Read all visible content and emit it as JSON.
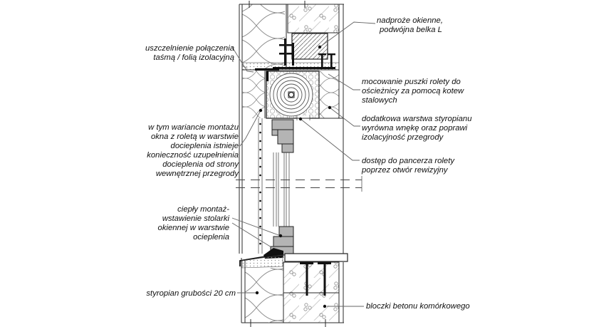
{
  "meta": {
    "title": "Detal montażu okna z roletą w warstwie docieplenia — przekrój pionowy",
    "language": "pl",
    "drawing_type": "architectural-section-detail"
  },
  "labels": {
    "left": [
      {
        "id": "seal",
        "lines": [
          "uszczelnienie połączenia",
          "taśmą / folią izolacyjną"
        ]
      },
      {
        "id": "variant",
        "lines": [
          "w tym wariancie montażu",
          "okna z roletą w warstwie",
          "docieplenia istnieje",
          "konieczność uzupełnienia",
          "docieplenia od strony",
          "wewnętrznej przegrody"
        ]
      },
      {
        "id": "warm_install",
        "lines": [
          "ciepły montaż-",
          "wstawienie stolarki",
          "okiennej w warstwie",
          "ocieplenia"
        ]
      },
      {
        "id": "styrofoam",
        "lines": [
          "styropian grubości 20 cm"
        ]
      }
    ],
    "right": [
      {
        "id": "lintel",
        "lines": [
          "nadproże okienne,",
          "podwójna belka L"
        ]
      },
      {
        "id": "box_fixing",
        "lines": [
          "mocowanie puszki rolety do",
          "ościeżnicy za pomocą kotew",
          "stalowych"
        ]
      },
      {
        "id": "extra_styrofoam",
        "lines": [
          "dodatkowa warstwa styropianu",
          "wyrówna wnękę oraz poprawi",
          "izolacyjność przegrody"
        ]
      },
      {
        "id": "access",
        "lines": [
          "dostęp do pancerza rolety",
          "poprzez otwór rewizyjny"
        ]
      },
      {
        "id": "blocks",
        "lines": [
          "bloczki betonu komórkowego"
        ]
      }
    ]
  },
  "drawing": {
    "materials": {
      "exterior_insulation": "batt-insulation-hatch",
      "aerated_concrete_blocks": "speckled-diagonal-hatch",
      "lintel_beam": "diagonal-hatch",
      "roller_box_infill": "honeycomb",
      "mortar_bed": "dotted"
    },
    "colors": {
      "line": "#2a2a2a",
      "frame_fill": "#b4b4b4",
      "leader": "#666666",
      "anchor": "#111111",
      "background": "#ffffff"
    }
  }
}
